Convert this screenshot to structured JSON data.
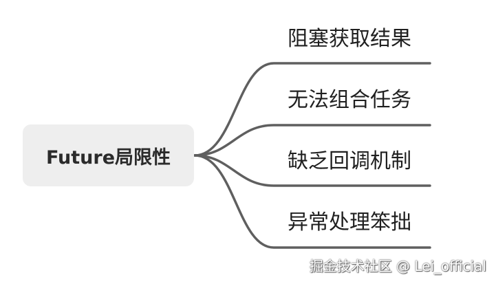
{
  "root": {
    "label": "Future局限性"
  },
  "branches": [
    {
      "label": "阻塞获取结果"
    },
    {
      "label": "无法组合任务"
    },
    {
      "label": "缺乏回调机制"
    },
    {
      "label": "异常处理笨拙"
    }
  ],
  "watermark": {
    "text": "掘金技术社区 @ Lei_official"
  },
  "colors": {
    "connector": "#5f5f5f",
    "root_background": "#eeeeee",
    "text": "#1f1f1f"
  }
}
